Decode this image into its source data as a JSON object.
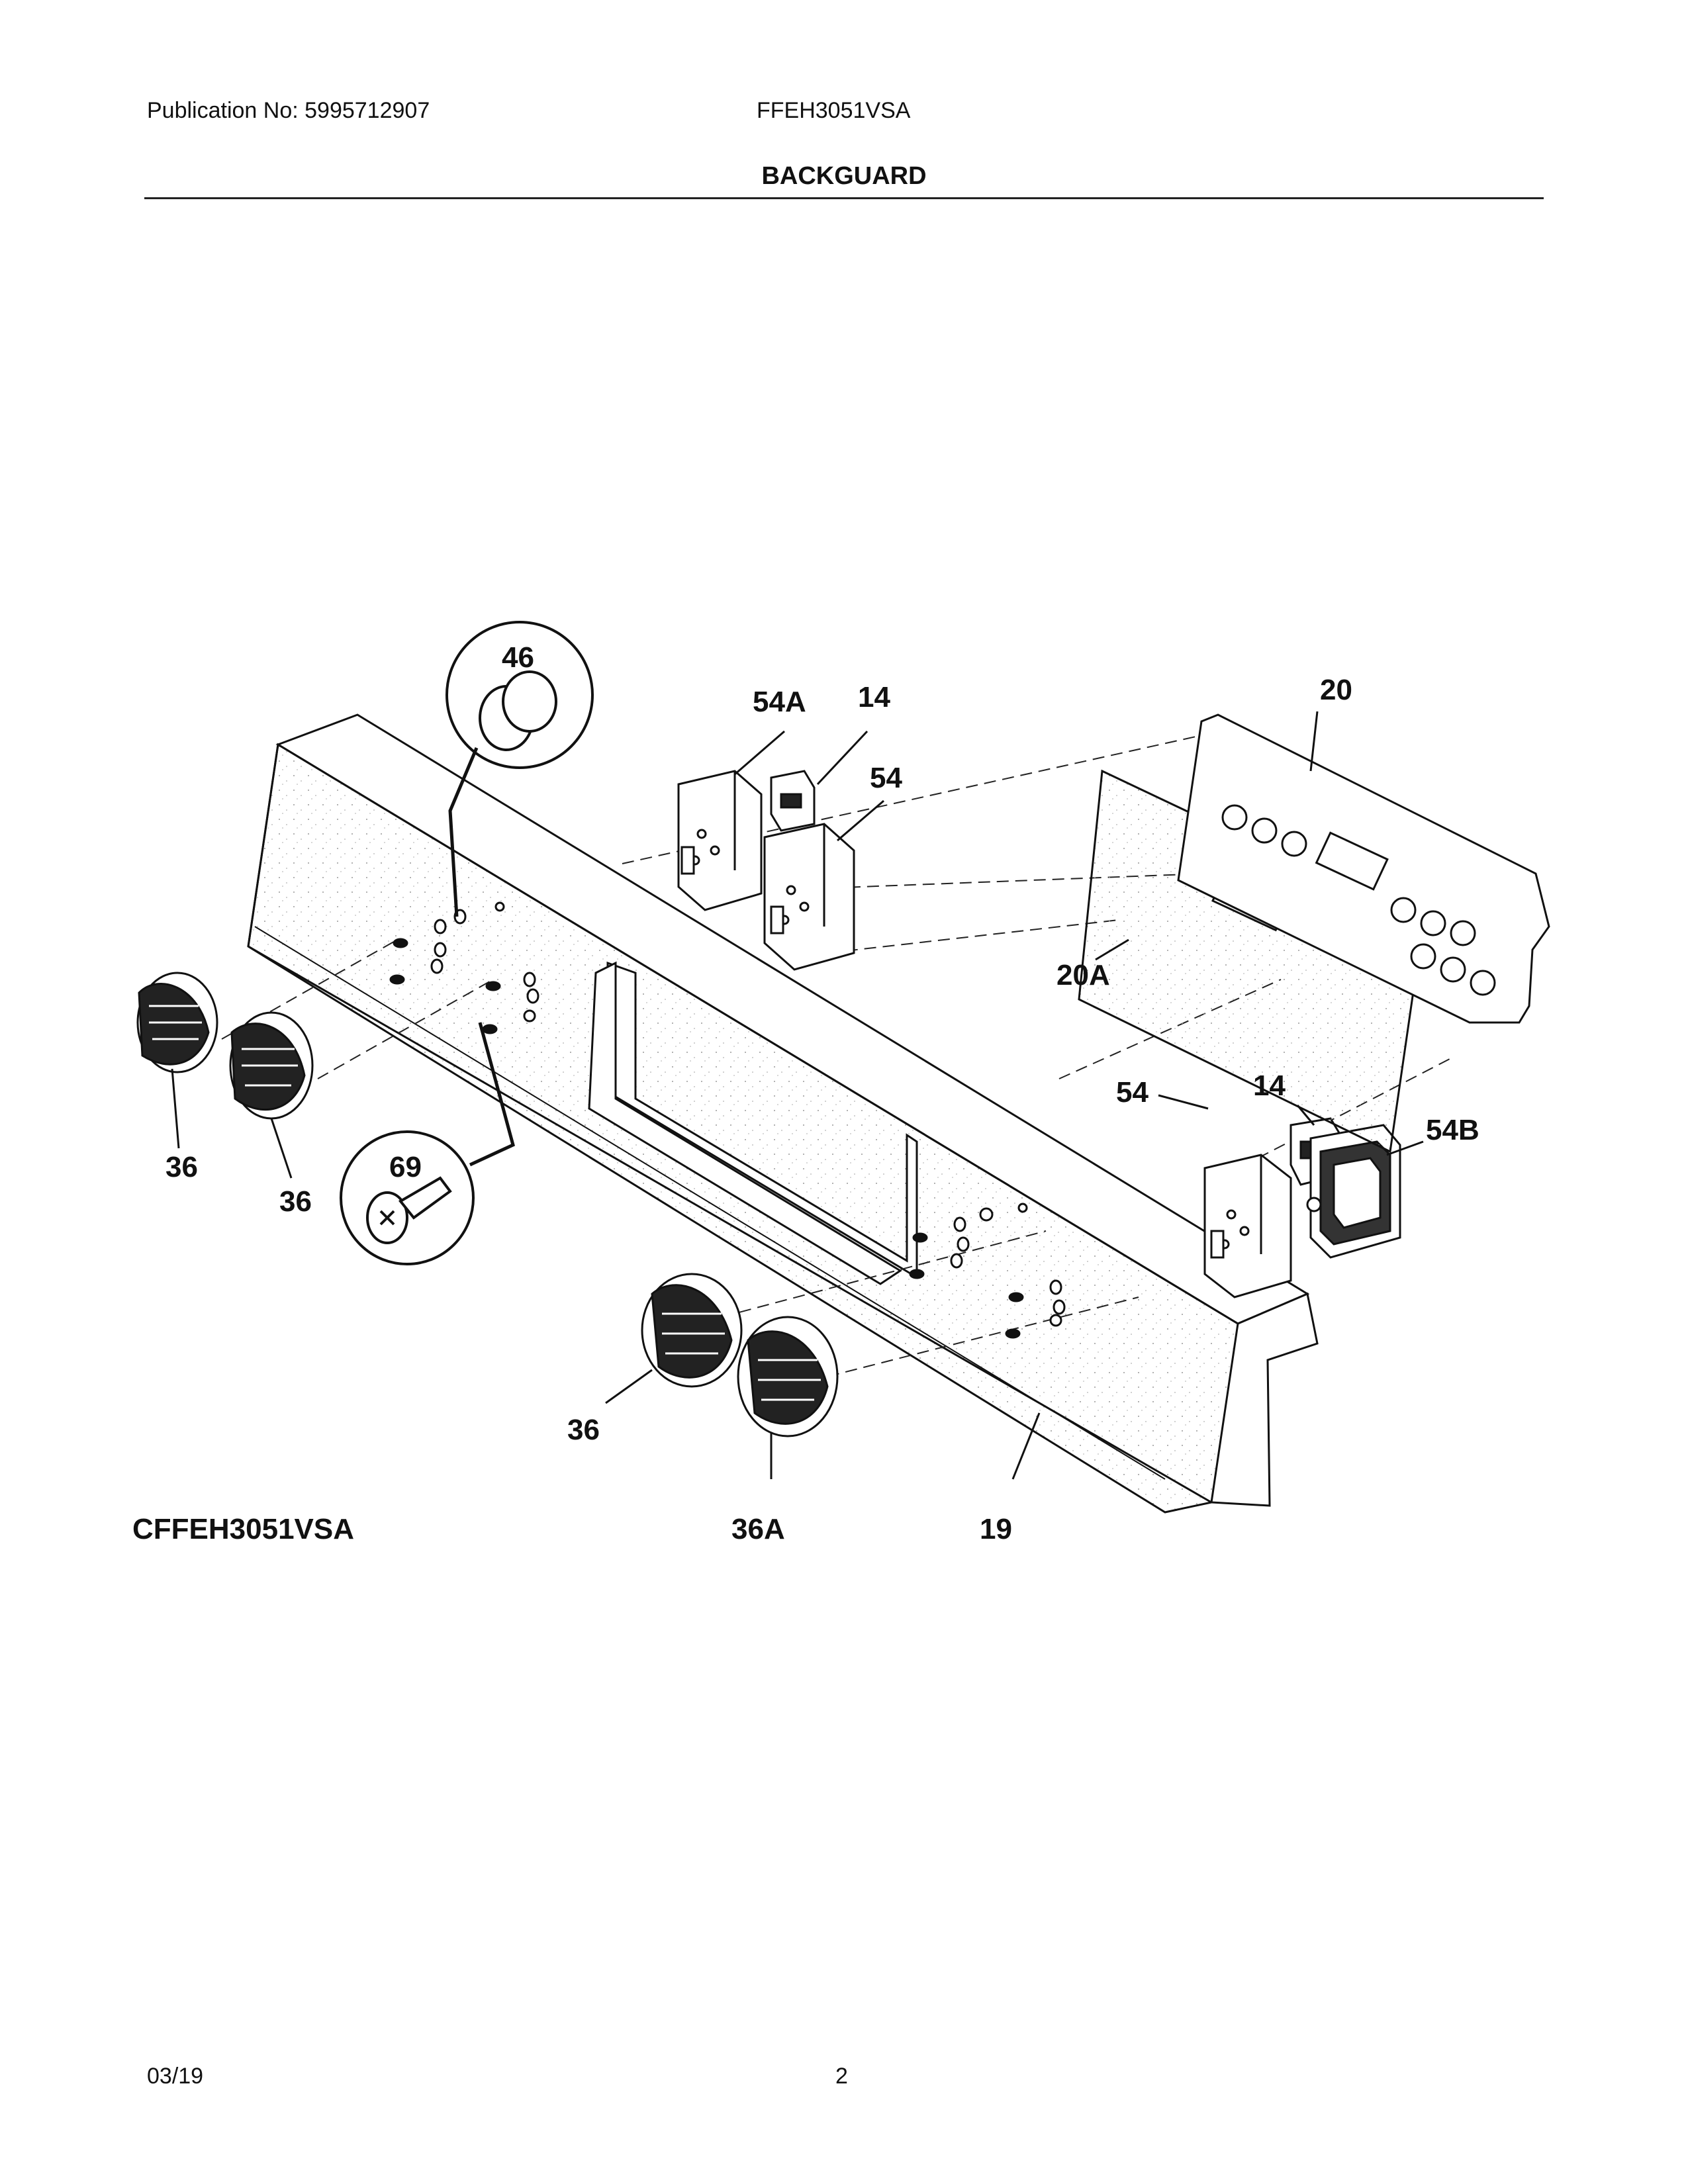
{
  "header": {
    "publication": "Publication No: 5995712907",
    "model": "FFEH3051VSA",
    "section_title": "BACKGUARD"
  },
  "diagram": {
    "caption_model": "CFFEH3051VSA",
    "callouts": {
      "p46": "46",
      "p54a": "54A",
      "p14_top": "14",
      "p54_top": "54",
      "p20": "20",
      "p20a": "20A",
      "p14_mid": "14",
      "p54_mid": "54",
      "p54b": "54B",
      "p69": "69",
      "p36_a": "36",
      "p36_b": "36",
      "p36_c": "36",
      "p36a": "36A",
      "p19": "19"
    }
  },
  "footer": {
    "date": "03/19",
    "page": "2"
  }
}
